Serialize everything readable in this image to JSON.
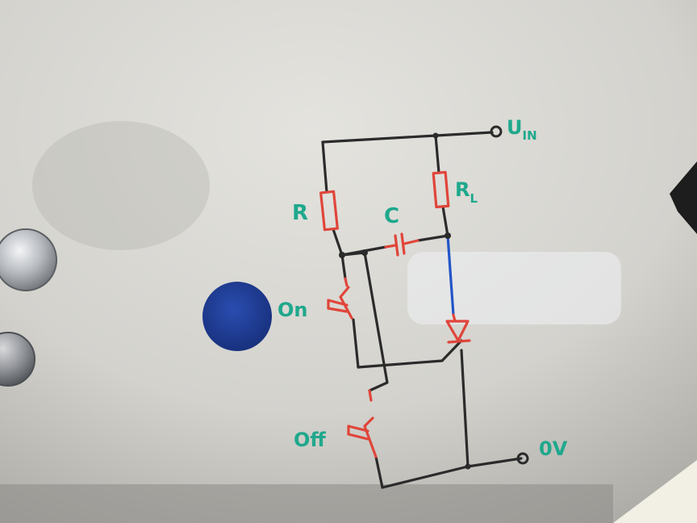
{
  "labels": {
    "uin": "U",
    "uin_sub": "IN",
    "r": "R",
    "rl": "R",
    "rl_sub": "L",
    "c": "C",
    "on": "On",
    "off": "Off",
    "ov": "0V"
  },
  "colors": {
    "whiteboard": "#d8d7d2",
    "wire": "#2b2b2b",
    "component": "#e0453a",
    "blue_wire": "#2255c8",
    "label": "#1fa88c",
    "magnet_blue": "#1f3d9c",
    "magnet_silver": "#b9bcc0"
  }
}
